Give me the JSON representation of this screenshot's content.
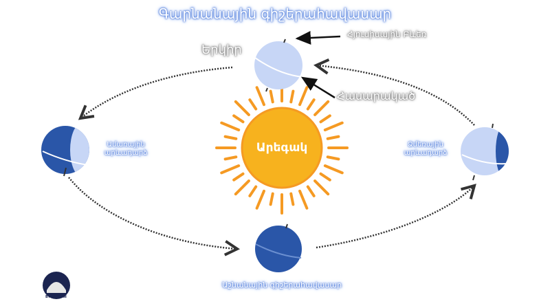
{
  "title": "Գարնանային գիշերահավասար",
  "labels": {
    "earth": "Երկիր",
    "north_pole": "Հյուսիսային Բևեռ",
    "equator": "Հասարակած",
    "sun": "Արեգակ",
    "summer_solstice": "Ամառային արևադարձ",
    "winter_solstice": "Ձմեռային արևադարձ",
    "autumn_equinox": "Աշնանային գիշերահավասար"
  },
  "logo": {
    "text": "BYURAKAN"
  },
  "colors": {
    "sun": "#f7b21e",
    "rays": "#f59a23",
    "earth_light": "#c7d6f6",
    "earth_dark": "#2a56a8"
  }
}
